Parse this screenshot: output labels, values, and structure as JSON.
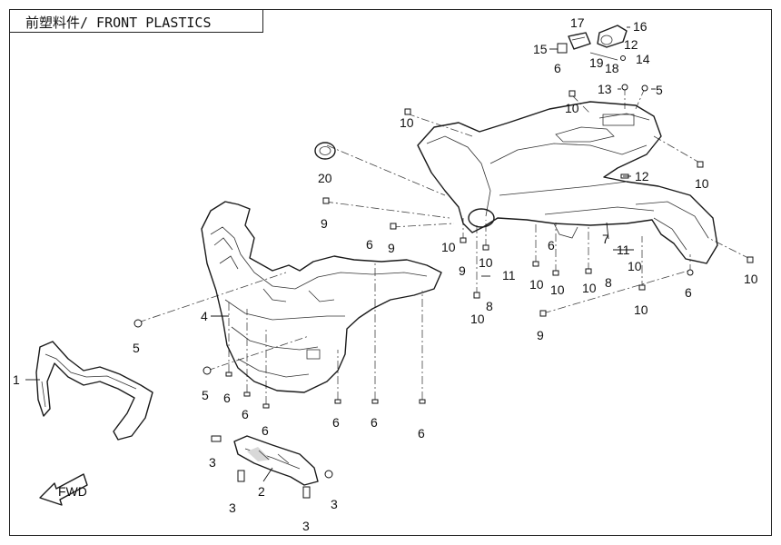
{
  "title": "前塑料件/ FRONT PLASTICS",
  "fwd_label": "FWD",
  "callouts": {
    "c1": "1",
    "c2": "2",
    "c3a": "3",
    "c3b": "3",
    "c3c": "3",
    "c3d": "3",
    "c4": "4",
    "c5a": "5",
    "c5b": "5",
    "c5c": "5",
    "c6a": "6",
    "c6b": "6",
    "c6c": "6",
    "c6d": "6",
    "c6e": "6",
    "c6f": "6",
    "c6g": "6",
    "c6h": "6",
    "c6i": "6",
    "c6j": "6",
    "c7": "7",
    "c8a": "8",
    "c8b": "8",
    "c9a": "9",
    "c9b": "9",
    "c9c": "9",
    "c9d": "9",
    "c10a": "10",
    "c10b": "10",
    "c10c": "10",
    "c10d": "10",
    "c10e": "10",
    "c10f": "10",
    "c10g": "10",
    "c10h": "10",
    "c10i": "10",
    "c10j": "10",
    "c10k": "10",
    "c10l": "10",
    "c11a": "11",
    "c11b": "11",
    "c12a": "12",
    "c12b": "12",
    "c13": "13",
    "c14": "14",
    "c15": "15",
    "c16": "16",
    "c17": "17",
    "c18": "18",
    "c19": "19",
    "c20": "20"
  }
}
